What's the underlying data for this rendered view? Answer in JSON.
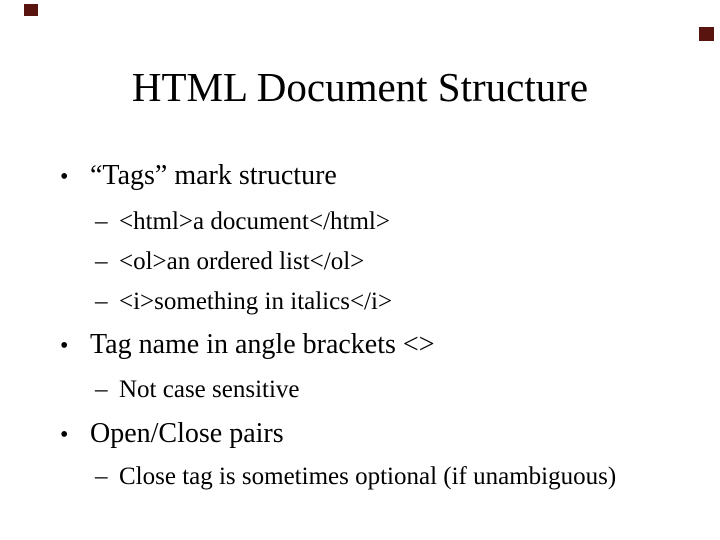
{
  "slide": {
    "title": "HTML Document Structure",
    "glyphs": {
      "bullet": "•",
      "dash": "–"
    },
    "bullets": [
      {
        "text": "“Tags” mark structure",
        "subs": [
          "<html>a document</html>",
          "<ol>an ordered list</ol>",
          "<i>something in italics</i>"
        ]
      },
      {
        "text": "Tag name in angle brackets <>",
        "subs": [
          "Not case sensitive"
        ]
      },
      {
        "text": "Open/Close pairs",
        "subs": [
          "Close tag is sometimes optional (if unambiguous)"
        ]
      }
    ],
    "corner_marker_color": "#5a1410",
    "background_color": "#ffffff",
    "text_color": "#000000"
  }
}
